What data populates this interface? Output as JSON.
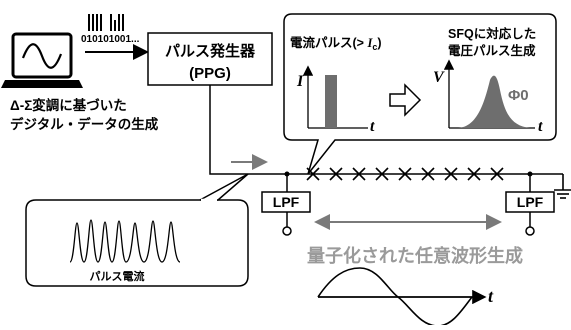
{
  "bits_text": "010101001...",
  "ppg": {
    "name": "パルス発生器",
    "abbr": "(PPG)"
  },
  "laptop_caption": {
    "line1": "Δ-Σ変調に基づいた",
    "line2": "デジタル・データの生成"
  },
  "callout": {
    "current_pulse_label": "電流パルス(> ",
    "current_pulse_sym": "I",
    "current_pulse_sub": "c",
    "current_pulse_close": ")",
    "axis_I": "I",
    "axis_t": "t",
    "sfq_title_line1": "SFQに対応した",
    "sfq_title_line2": "電圧パルス生成",
    "axis_V": "V",
    "axis_t2": "t",
    "phi0": "Φ0"
  },
  "pulse_inset_label": "パルス電流",
  "lpf_left": "LPF",
  "lpf_right": "LPF",
  "output_caption": "量子化された任意波形生成",
  "sine_axis_t": "t",
  "colors": {
    "line": "#000000",
    "gray_pulse": "#6e6e6e",
    "light_arrow": "#8c8c8c",
    "caption_gray": "#9a9a9a"
  }
}
